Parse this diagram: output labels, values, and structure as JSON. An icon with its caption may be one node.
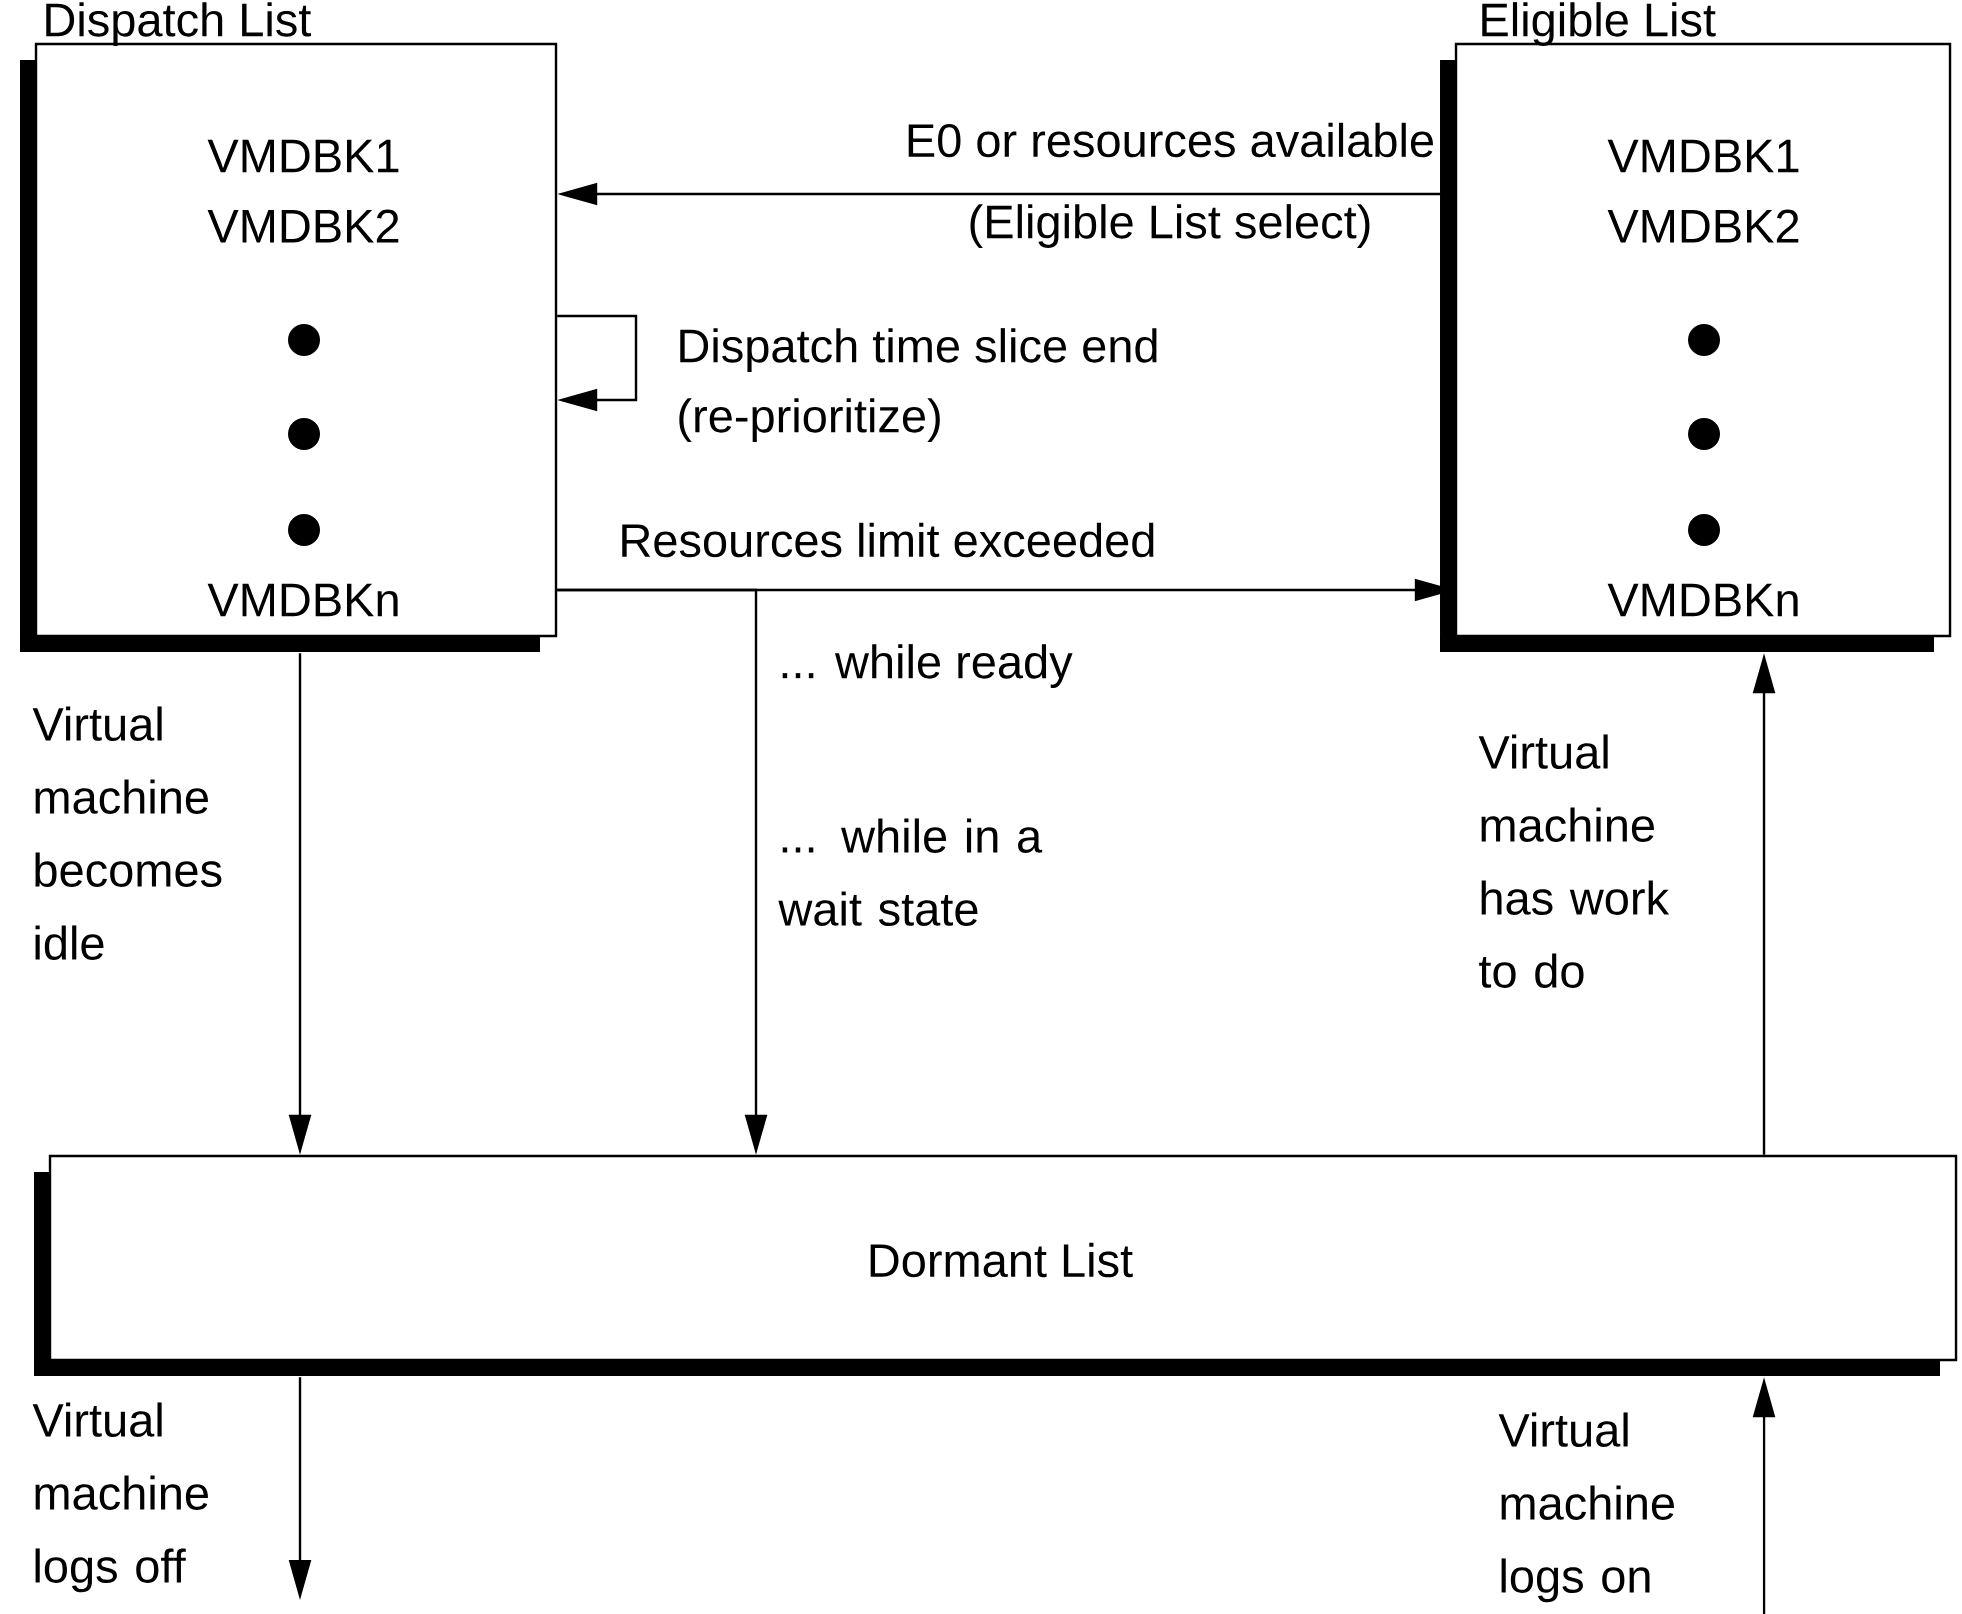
{
  "diagram": {
    "nodes": [
      {
        "text": [
          "Dispatch List",
          "VMDBK1",
          "VMDBK2",
          "VMDBKn"
        ]
      },
      {
        "text": [
          "Eligible List",
          "VMDBK1",
          "VMDBK2",
          "VMDBKn"
        ]
      },
      {
        "text": [
          "Dormant List"
        ]
      }
    ],
    "edges": [
      {
        "from": 1,
        "to": 0,
        "arrow": "to",
        "label": "E0 or resources available"
      },
      {
        "from": 0,
        "to": 0,
        "arrow": "to",
        "label": "Dispatch time slice end"
      },
      {
        "from": 0,
        "to": 1,
        "arrow": "to",
        "label": "Resources limit exceeded"
      },
      {
        "from": 0,
        "to": 2,
        "arrow": "to",
        "label": "Virtual machine becomes idle"
      },
      {
        "from": 0,
        "to": 2,
        "arrow": "to",
        "label": "... while in a wait state"
      },
      {
        "from": 2,
        "to": 1,
        "arrow": "to",
        "label": "Virtual machine has work to do"
      },
      {
        "from": 2,
        "to": null,
        "arrow": "to",
        "label": "Virtual machine logs off"
      },
      {
        "from": null,
        "to": 2,
        "arrow": "to",
        "label": "Virtual machine logs on"
      }
    ],
    "labels": [
      "(Eligible List select)",
      "(re-prioritize)",
      "... while ready"
    ]
  }
}
